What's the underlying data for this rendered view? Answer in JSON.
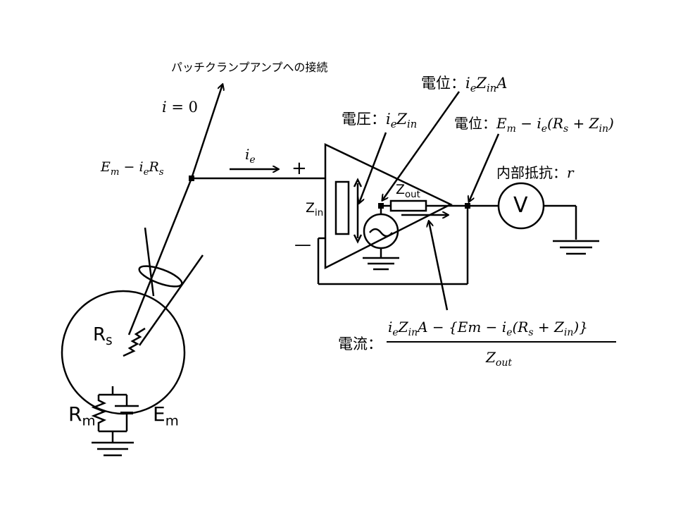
{
  "labels": {
    "connection_text": "パッチクランプアンプへの接続",
    "i_zero_i": "i",
    "i_zero_rest": " = 0",
    "em_label": "E",
    "em_sub": "m",
    "minus_ie": " − i",
    "e_sub": "e",
    "rs_R": "R",
    "s_sub": "s",
    "ie_i": "i",
    "plus_sign": "+",
    "minus_sign": "—",
    "zin_Z": "Z",
    "zin_sub": "in",
    "zout_Z": "Z",
    "zout_sub": "out",
    "voltmeter_V": "V",
    "rs_cell_R": "R",
    "rm_R": "R",
    "rm_sub": "m",
    "em_cell_E": "E",
    "em_cell_sub": "m"
  },
  "annotations": {
    "voltage_prefix": "電圧：",
    "voltage_expr_i": "i",
    "voltage_expr_e": "e",
    "voltage_expr_Z": "Z",
    "voltage_expr_in": "in",
    "potential1_prefix": "電位：",
    "potential1_i": "i",
    "potential1_e": "e",
    "potential1_Z": "Z",
    "potential1_in": "in",
    "potential1_A": "A",
    "potential2_prefix": "電位：",
    "potential2_E": "E",
    "potential2_m": "m",
    "potential2_minus": " − i",
    "potential2_e": "e",
    "potential2_paren_open": "(R",
    "potential2_s": "s",
    "potential2_plus": " + Z",
    "potential2_in": "in",
    "potential2_close": ")",
    "resistance_prefix": "内部抵抗：",
    "resistance_r": "r",
    "current_prefix": "電流：",
    "current_num_i": "i",
    "current_num_e": "e",
    "current_num_Z": "Z",
    "current_num_in": "in",
    "current_num_rest1": "A − {Em − i",
    "current_num_e2": "e",
    "current_num_rest2": "(R",
    "current_num_s": "s",
    "current_num_rest3": " + Z",
    "current_num_in2": "in",
    "current_num_rest4": ")}",
    "current_den_Z": "Z",
    "current_den_out": "out"
  }
}
